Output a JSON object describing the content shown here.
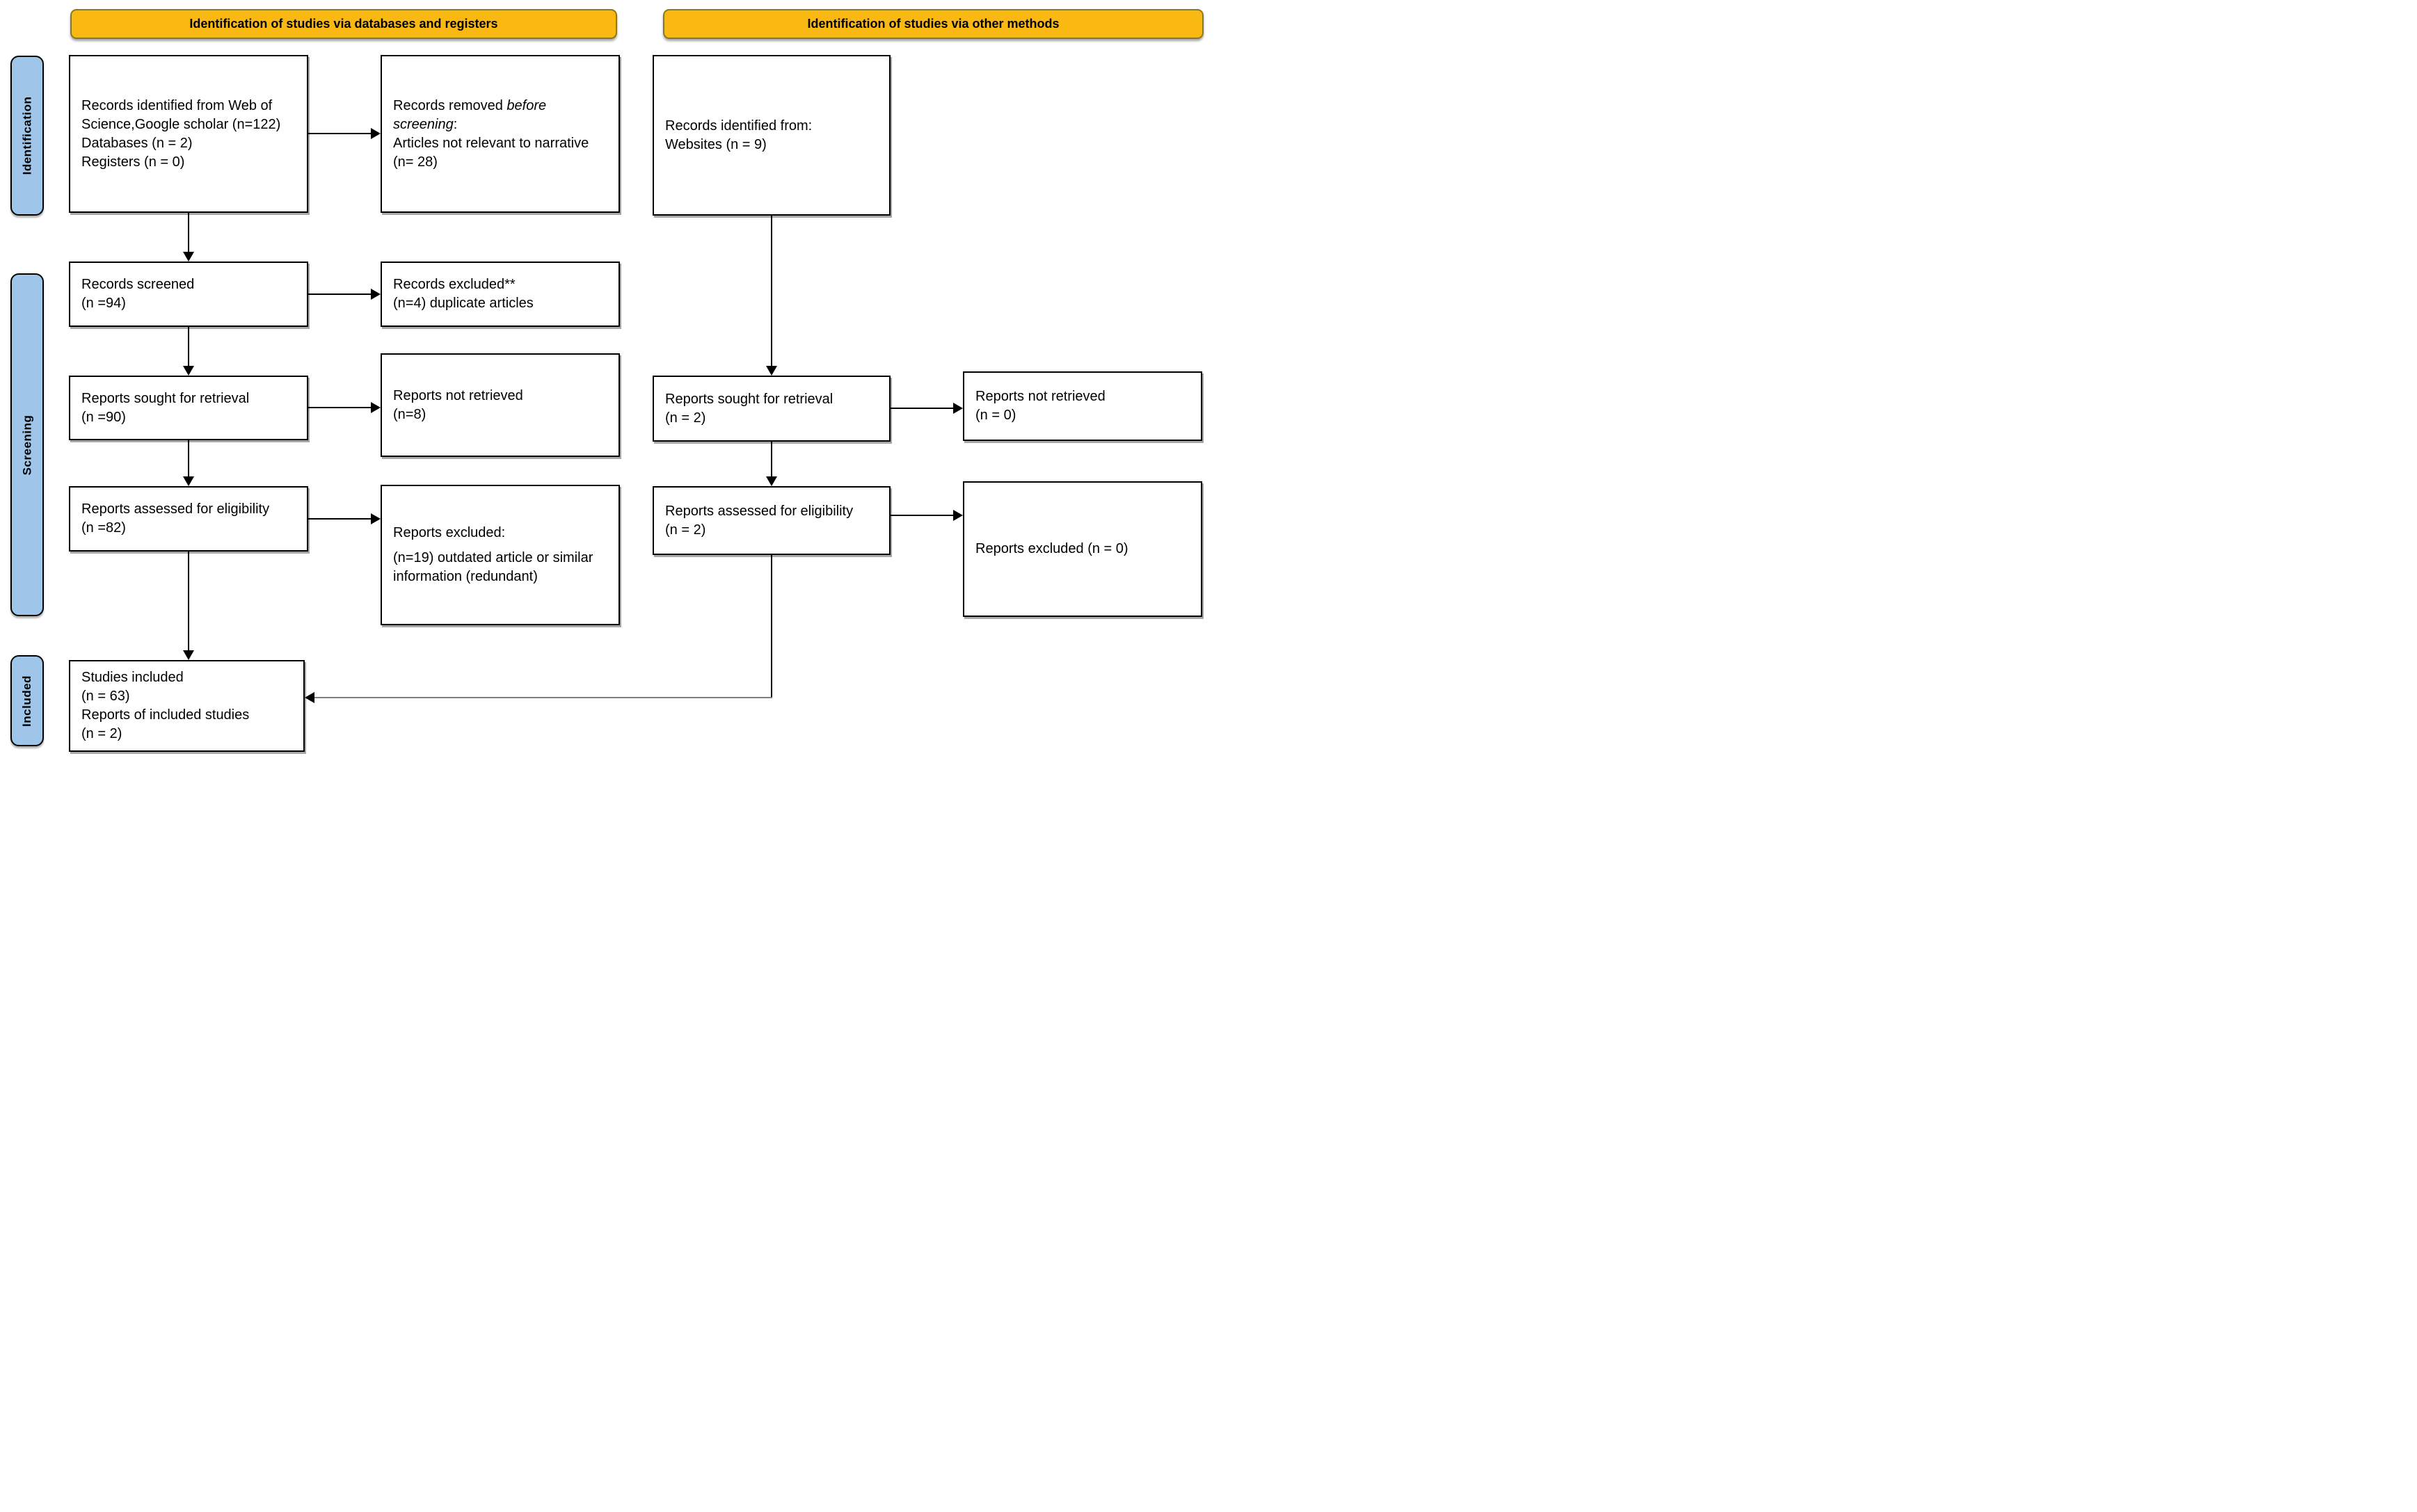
{
  "banners": [
    {
      "label": "Identification of studies via databases and registers"
    },
    {
      "label": "Identification of studies via other methods"
    }
  ],
  "stages": [
    {
      "label": "Identification"
    },
    {
      "label": "Screening"
    },
    {
      "label": "Included"
    }
  ],
  "boxes": {
    "db_identified": {
      "lines": [
        "Records identified from Web of",
        "Science,Google scholar (n=122)",
        "Databases (n = 2)",
        "Registers (n = 0)"
      ]
    },
    "removed_before_screening": {
      "l1_normal": "Records removed ",
      "l1_italic": "before",
      "l2_italic": "screening",
      "l2_normal": ":",
      "l3": "Articles not relevant to narrative",
      "l4": "(n= 28)"
    },
    "records_screened": {
      "lines": [
        "Records screened",
        "(n =94)"
      ]
    },
    "records_excluded": {
      "lines": [
        "Records excluded**",
        "(n=4) duplicate articles"
      ]
    },
    "reports_sought_db": {
      "lines": [
        "Reports sought for retrieval",
        "(n =90)"
      ]
    },
    "reports_not_retrieved_db": {
      "lines": [
        "Reports not retrieved",
        "(n=8)"
      ]
    },
    "reports_assessed_db": {
      "lines": [
        "Reports assessed for eligibility",
        "(n =82)"
      ]
    },
    "reports_excluded_db": {
      "lines": [
        "Reports excluded:",
        "(n=19) outdated article or similar",
        "information (redundant)"
      ]
    },
    "other_identified": {
      "lines": [
        "Records identified from:",
        "Websites (n = 9)"
      ]
    },
    "reports_sought_other": {
      "lines": [
        "Reports sought for retrieval",
        "(n = 2)"
      ]
    },
    "reports_not_retrieved_other": {
      "lines": [
        "Reports not retrieved",
        "(n = 0)"
      ]
    },
    "reports_assessed_other": {
      "lines": [
        "Reports assessed for eligibility",
        "(n = 2)"
      ]
    },
    "reports_excluded_other": {
      "lines": [
        "Reports excluded (n = 0)"
      ]
    },
    "studies_included": {
      "lines": [
        "Studies included",
        "(n = 63)",
        "Reports of included studies",
        "(n = 2)"
      ]
    }
  },
  "colors": {
    "banner_fill": "#FAB813",
    "banner_border": "#8F7A12",
    "stage_fill": "#9FC5E8",
    "box_border": "#000000",
    "connector": "#000000",
    "connector_gray": "#808080",
    "text": "#000000",
    "background": "#FFFFFF"
  }
}
